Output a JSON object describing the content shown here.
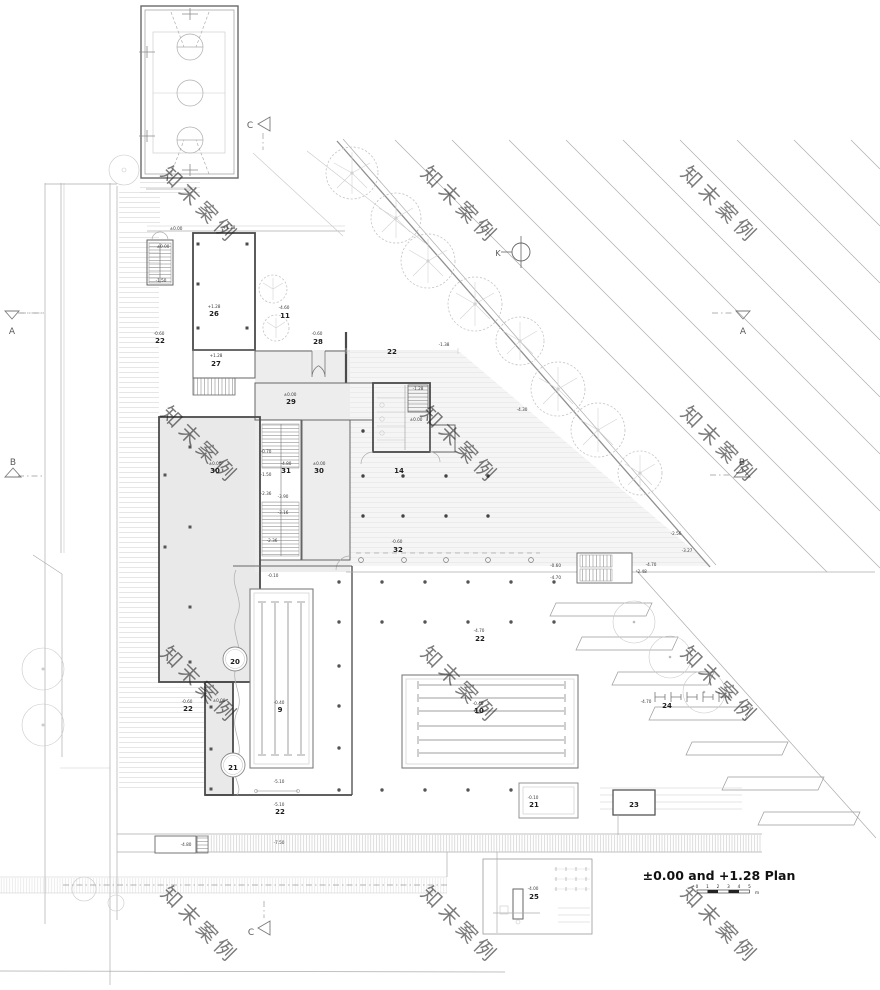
{
  "drawing": {
    "title": "±0.00 and +1.28 Plan",
    "scale_ticks": [
      "0",
      "1",
      "2",
      "3",
      "4",
      "5"
    ],
    "scale_unit": "m"
  },
  "watermark": {
    "text": "知末案例",
    "color": "#dcdcdc"
  },
  "markers": {
    "a_left": "A",
    "a_right": "A",
    "b_left": "B",
    "b_right": "B",
    "c_top": "C",
    "c_bottom": "C",
    "north": "K"
  },
  "rooms": {
    "r26": {
      "number": "26",
      "level": "+1.28"
    },
    "r27": {
      "number": "27",
      "level": "+1.28"
    },
    "r28": {
      "number": "28",
      "level": "-0.60"
    },
    "r29": {
      "number": "29",
      "level": "±0.00"
    },
    "r30l": {
      "number": "30",
      "level": "±0.00"
    },
    "r31": {
      "number": "31",
      "level": "-4.80"
    },
    "r30r": {
      "number": "30",
      "level": "±0.00"
    },
    "r11": {
      "number": "11",
      "level": "-4.60"
    },
    "r14": {
      "number": "14"
    },
    "r32": {
      "number": "32",
      "level": "-0.60"
    },
    "r9": {
      "number": "9",
      "level": "-0.40"
    },
    "r10": {
      "number": "10",
      "level": "-0.40"
    },
    "r20": {
      "number": "20"
    },
    "r21c": {
      "number": "21"
    },
    "r21r": {
      "number": "21",
      "level": "-0.10"
    },
    "r22a": {
      "number": "22",
      "level": "-0.60"
    },
    "r22b": {
      "number": "22"
    },
    "r22c": {
      "number": "22",
      "level": "-4.70"
    },
    "r22d": {
      "number": "22",
      "level": "-0.60"
    },
    "r22e": {
      "number": "22",
      "level": "-5.10"
    },
    "r23": {
      "number": "23"
    },
    "r24": {
      "number": "24",
      "level": "-4.70"
    },
    "r25": {
      "number": "25",
      "level": "-4.00"
    }
  },
  "levels": {
    "stairwell_upper": "±0.00",
    "stairwell_lower": "-1.50",
    "canopy_zero": "±0.00",
    "canopy_128": "+1.28",
    "dim_138": "-1.38",
    "road_430": "-4.30",
    "st_070": "-0.70",
    "st_150": "-1.50",
    "st_236a": "-2.36",
    "st_390": "-3.90",
    "st_316": "-3.16",
    "st_236b": "-2.36",
    "st_010": "-0.10",
    "r14_128": "-1.28",
    "r14_000": "±0.00",
    "stairsE_060": "-0.60",
    "stairsE_470": "-4.70",
    "stairsE_248": "-2.48",
    "diag_470": "-4.70",
    "diag_256": "-2.56",
    "diag_327": "-3.27",
    "deck_000": "±0.00",
    "deck_510": "-5.10",
    "band_480": "-4.80",
    "band_750": "-7.50"
  }
}
